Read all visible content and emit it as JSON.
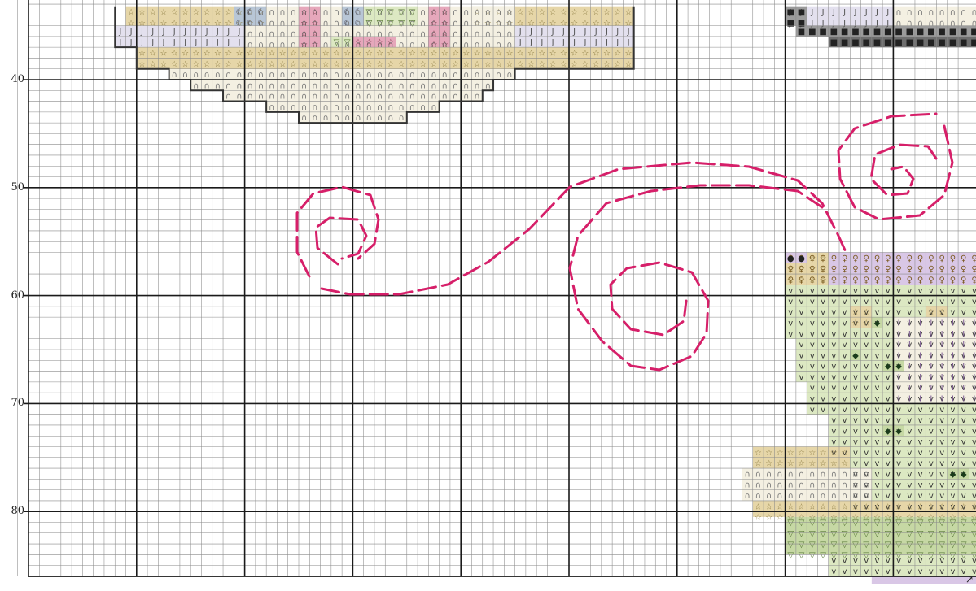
{
  "chart": {
    "row_labels": [
      "40",
      "50",
      "60",
      "70",
      "80"
    ],
    "corner_mark": "↗"
  },
  "colors": {
    "grid_minor": "#8a8a8a",
    "grid_major": "#1a1a1a",
    "outline": "#333333",
    "backstitch": "#d61f69",
    "tan": "#e6d6a8",
    "tan_dark": "#c8b27a",
    "lavender_light": "#e3e0ee",
    "pink": "#e6a7bb",
    "blue_grey": "#b8c6d6",
    "green_light": "#dce8c2",
    "green_mid": "#c6d8a4",
    "purple_light": "#d9c7e6",
    "grey": "#9b9b9b",
    "grey_dark": "#6e6e6e",
    "cream": "#f4f0e2"
  },
  "symbols": {
    "J": "J",
    "arc": "∩",
    "star": "☆",
    "triangle": "▽",
    "diamond": "◆",
    "moon": "☾",
    "v": "v",
    "venus": "♀",
    "divide": "÷",
    "I": "I",
    "dollar": "$",
    "square": "■"
  }
}
